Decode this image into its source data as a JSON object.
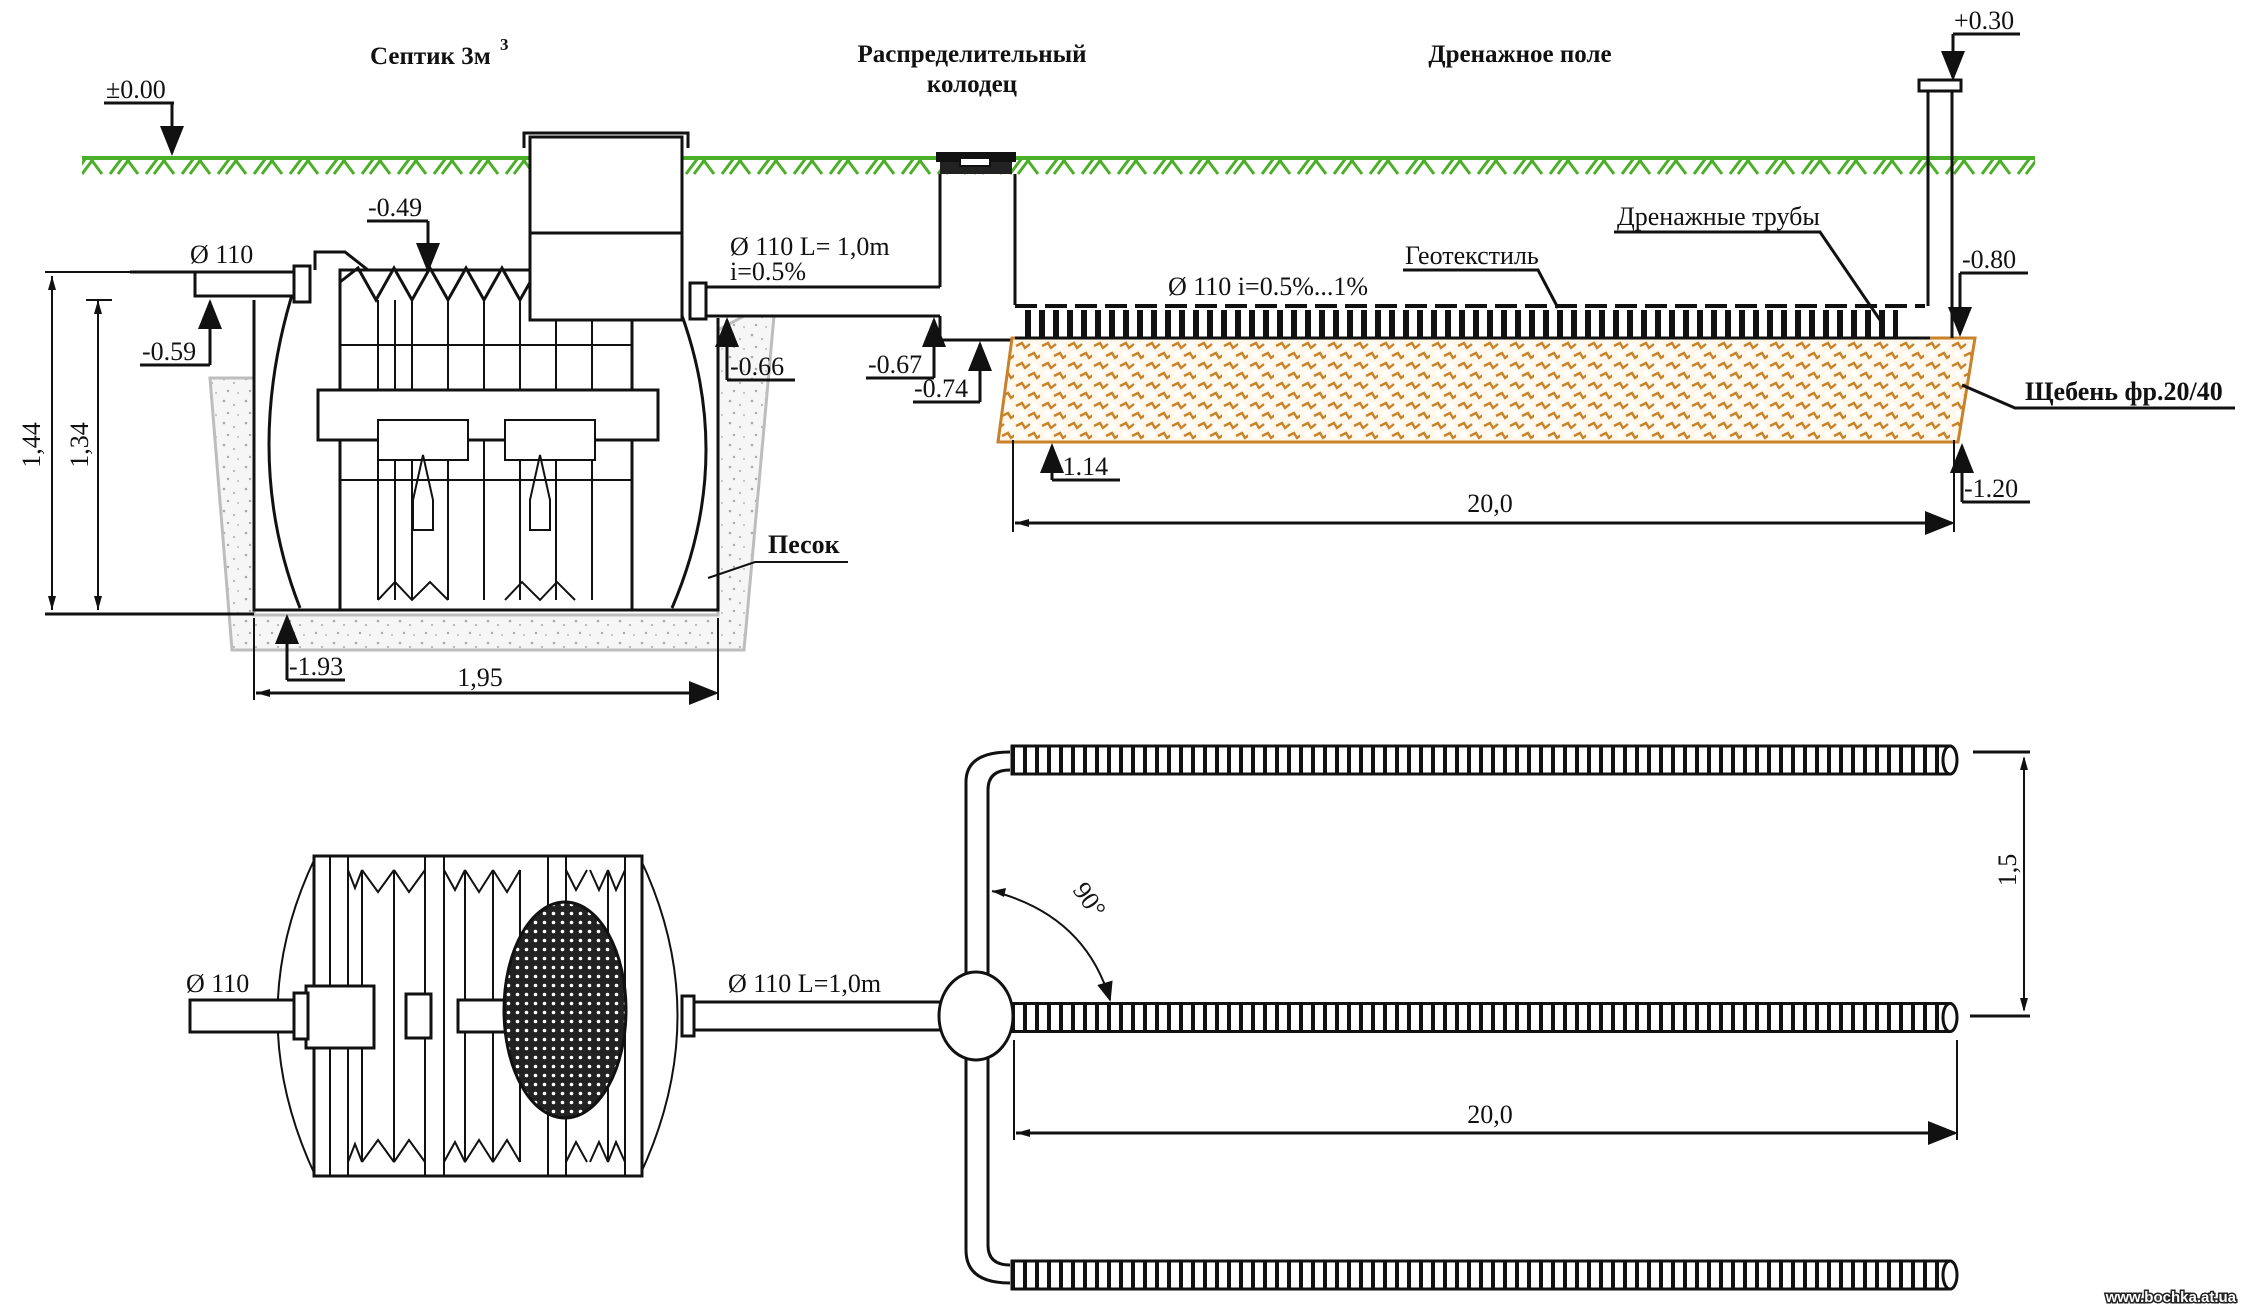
{
  "section_view": {
    "titles": {
      "septic": "Септик 3м",
      "septic_sup": "3",
      "distribution_well_line1": "Распределительный",
      "distribution_well_line2": "колодец",
      "drain_field": "Дренажное поле"
    },
    "levels": {
      "ground": "±0.00",
      "inlet_top": "-0.49",
      "inlet_pipe_bottom": "-0.59",
      "outlet_pipe_bottom": "-0.66",
      "well_inlet": "-0.67",
      "well_outlet": "-0.74",
      "vent_top": "+0.30",
      "drain_pipe_bottom": "-0.80",
      "gravel_bottom_start": "-1.14",
      "gravel_bottom_end": "-1.20",
      "tank_bottom": "-1.93"
    },
    "dimensions": {
      "tank_height_total": "1,44",
      "tank_height_body": "1,34",
      "tank_length": "1,95",
      "drain_field_length": "20,0"
    },
    "pipe_labels": {
      "inlet": "Ø 110",
      "connection_line1": "Ø 110 L= 1,0m",
      "connection_line2": "i=0.5%",
      "drain": "Ø 110 i=0.5%...1%"
    },
    "callouts": {
      "geotextile": "Геотекстиль",
      "drain_pipes": "Дренажные трубы",
      "gravel": "Щебень фр.20/40",
      "sand": "Песок"
    }
  },
  "plan_view": {
    "inlet_label": "Ø 110",
    "connection_label": "Ø 110 L=1,0m",
    "angle": "90°",
    "lateral_spacing": "1,5",
    "lateral_length": "20,0",
    "lateral_count": 3
  },
  "watermark": "www.bochka.at.ua",
  "colors": {
    "ground": "#4caf2a",
    "gravel": "#c8822a",
    "sand": "#bdbdbd",
    "line": "#111111"
  }
}
